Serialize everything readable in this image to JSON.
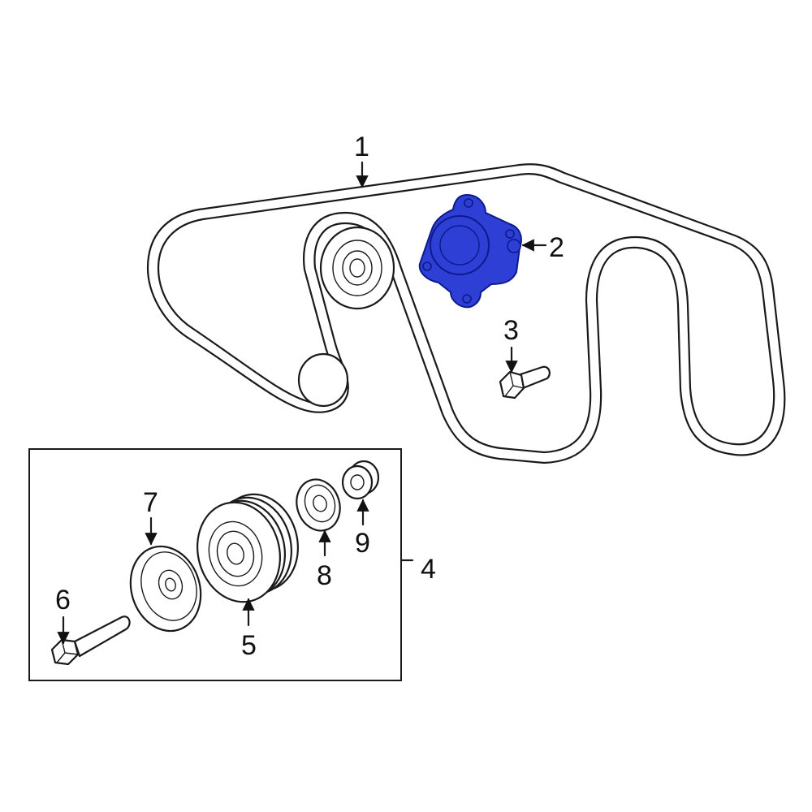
{
  "callouts": {
    "c1": "1",
    "c2": "2",
    "c3": "3",
    "c4": "4",
    "c5": "5",
    "c6": "6",
    "c7": "7",
    "c8": "8",
    "c9": "9"
  },
  "colors": {
    "highlight_fill": "#2e3fd6",
    "highlight_stroke": "#0c1a8a",
    "line": "#1a1a1a",
    "background": "#ffffff"
  }
}
